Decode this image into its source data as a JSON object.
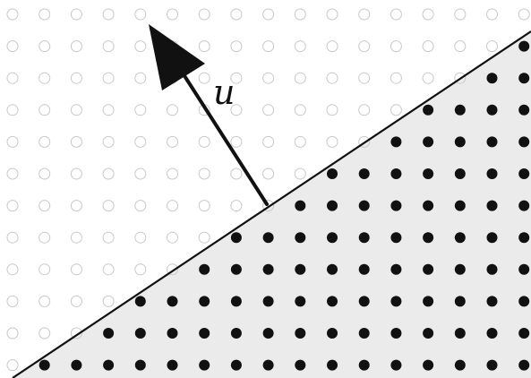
{
  "diagram": {
    "vector_label": "u",
    "colors": {
      "background": "#ffffff",
      "halfplane_fill": "#ebebeb",
      "boundary": "#111111",
      "inside_dot": "#111111",
      "outside_dot_stroke": "#c8c8c8",
      "arrow": "#111111"
    },
    "lattice": {
      "columns": 17,
      "rows": 12
    }
  }
}
